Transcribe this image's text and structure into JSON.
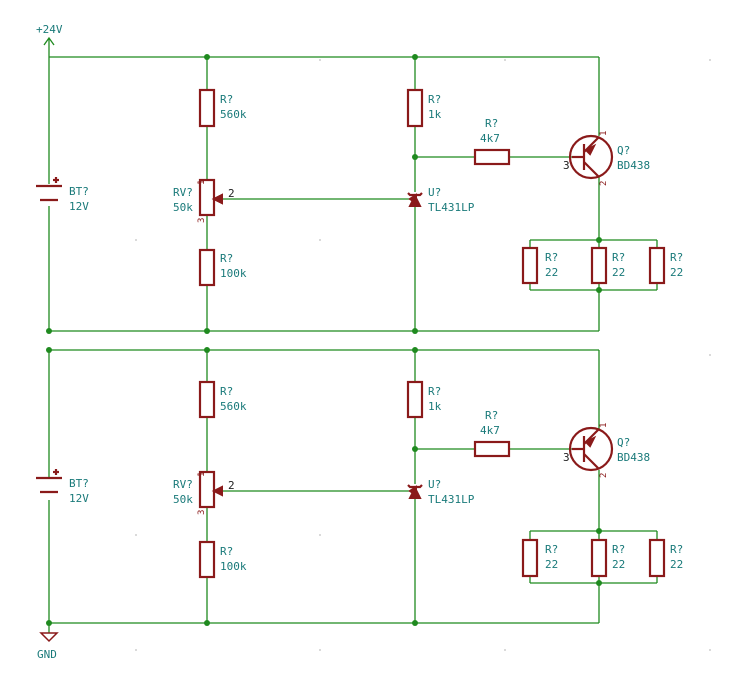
{
  "supply": {
    "label": "+24V"
  },
  "ground": {
    "label": "GND"
  },
  "stages": [
    {
      "battery": {
        "ref": "BT?",
        "value": "12V"
      },
      "r_top": {
        "ref": "R?",
        "value": "560k"
      },
      "pot": {
        "ref": "RV?",
        "value": "50k",
        "pin1": "1",
        "pin2": "2",
        "pin3": "3"
      },
      "r_bottom": {
        "ref": "R?",
        "value": "100k"
      },
      "r_bias": {
        "ref": "R?",
        "value": "1k"
      },
      "shunt": {
        "ref": "U?",
        "value": "TL431LP"
      },
      "r_base": {
        "ref": "R?",
        "value": "4k7"
      },
      "transistor": {
        "ref": "Q?",
        "value": "BD438",
        "pin1": "1",
        "pin2": "2",
        "pin3": "3"
      },
      "loads": [
        {
          "ref": "R?",
          "value": "22"
        },
        {
          "ref": "R?",
          "value": "22"
        },
        {
          "ref": "R?",
          "value": "22"
        }
      ]
    },
    {
      "battery": {
        "ref": "BT?",
        "value": "12V"
      },
      "r_top": {
        "ref": "R?",
        "value": "560k"
      },
      "pot": {
        "ref": "RV?",
        "value": "50k",
        "pin1": "1",
        "pin2": "2",
        "pin3": "3"
      },
      "r_bottom": {
        "ref": "R?",
        "value": "100k"
      },
      "r_bias": {
        "ref": "R?",
        "value": "1k"
      },
      "shunt": {
        "ref": "U?",
        "value": "TL431LP"
      },
      "r_base": {
        "ref": "R?",
        "value": "4k7"
      },
      "transistor": {
        "ref": "Q?",
        "value": "BD438",
        "pin1": "1",
        "pin2": "2",
        "pin3": "3"
      },
      "loads": [
        {
          "ref": "R?",
          "value": "22"
        },
        {
          "ref": "R?",
          "value": "22"
        },
        {
          "ref": "R?",
          "value": "22"
        }
      ]
    }
  ]
}
